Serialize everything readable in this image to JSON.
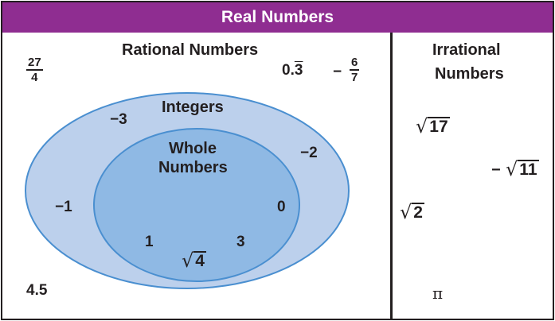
{
  "title": "Real Numbers",
  "rational": {
    "label": "Rational Numbers",
    "values": {
      "frac_27_4": {
        "num": "27",
        "den": "4"
      },
      "repeat_int": "0.",
      "repeat_digit": "3",
      "neg_frac": {
        "sign": "−",
        "num": "6",
        "den": "7"
      },
      "decimal": "4.5"
    }
  },
  "integers": {
    "label": "Integers",
    "values": {
      "neg3": "−3",
      "neg2": "−2",
      "neg1": "−1"
    }
  },
  "whole": {
    "label_line1": "Whole",
    "label_line2": "Numbers",
    "values": {
      "zero": "0",
      "one": "1",
      "three": "3",
      "sqrt4": "4"
    }
  },
  "irrational": {
    "label_line1": "Irrational",
    "label_line2": "Numbers",
    "values": {
      "sqrt17": "17",
      "neg_sign": "−",
      "sqrt11": "11",
      "sqrt2": "2",
      "pi": "π"
    }
  },
  "colors": {
    "header": "#8f2d91",
    "integers_fill": "#bcd0ec",
    "whole_fill": "#8fb9e4",
    "ellipse_stroke": "#4a8fd0"
  }
}
